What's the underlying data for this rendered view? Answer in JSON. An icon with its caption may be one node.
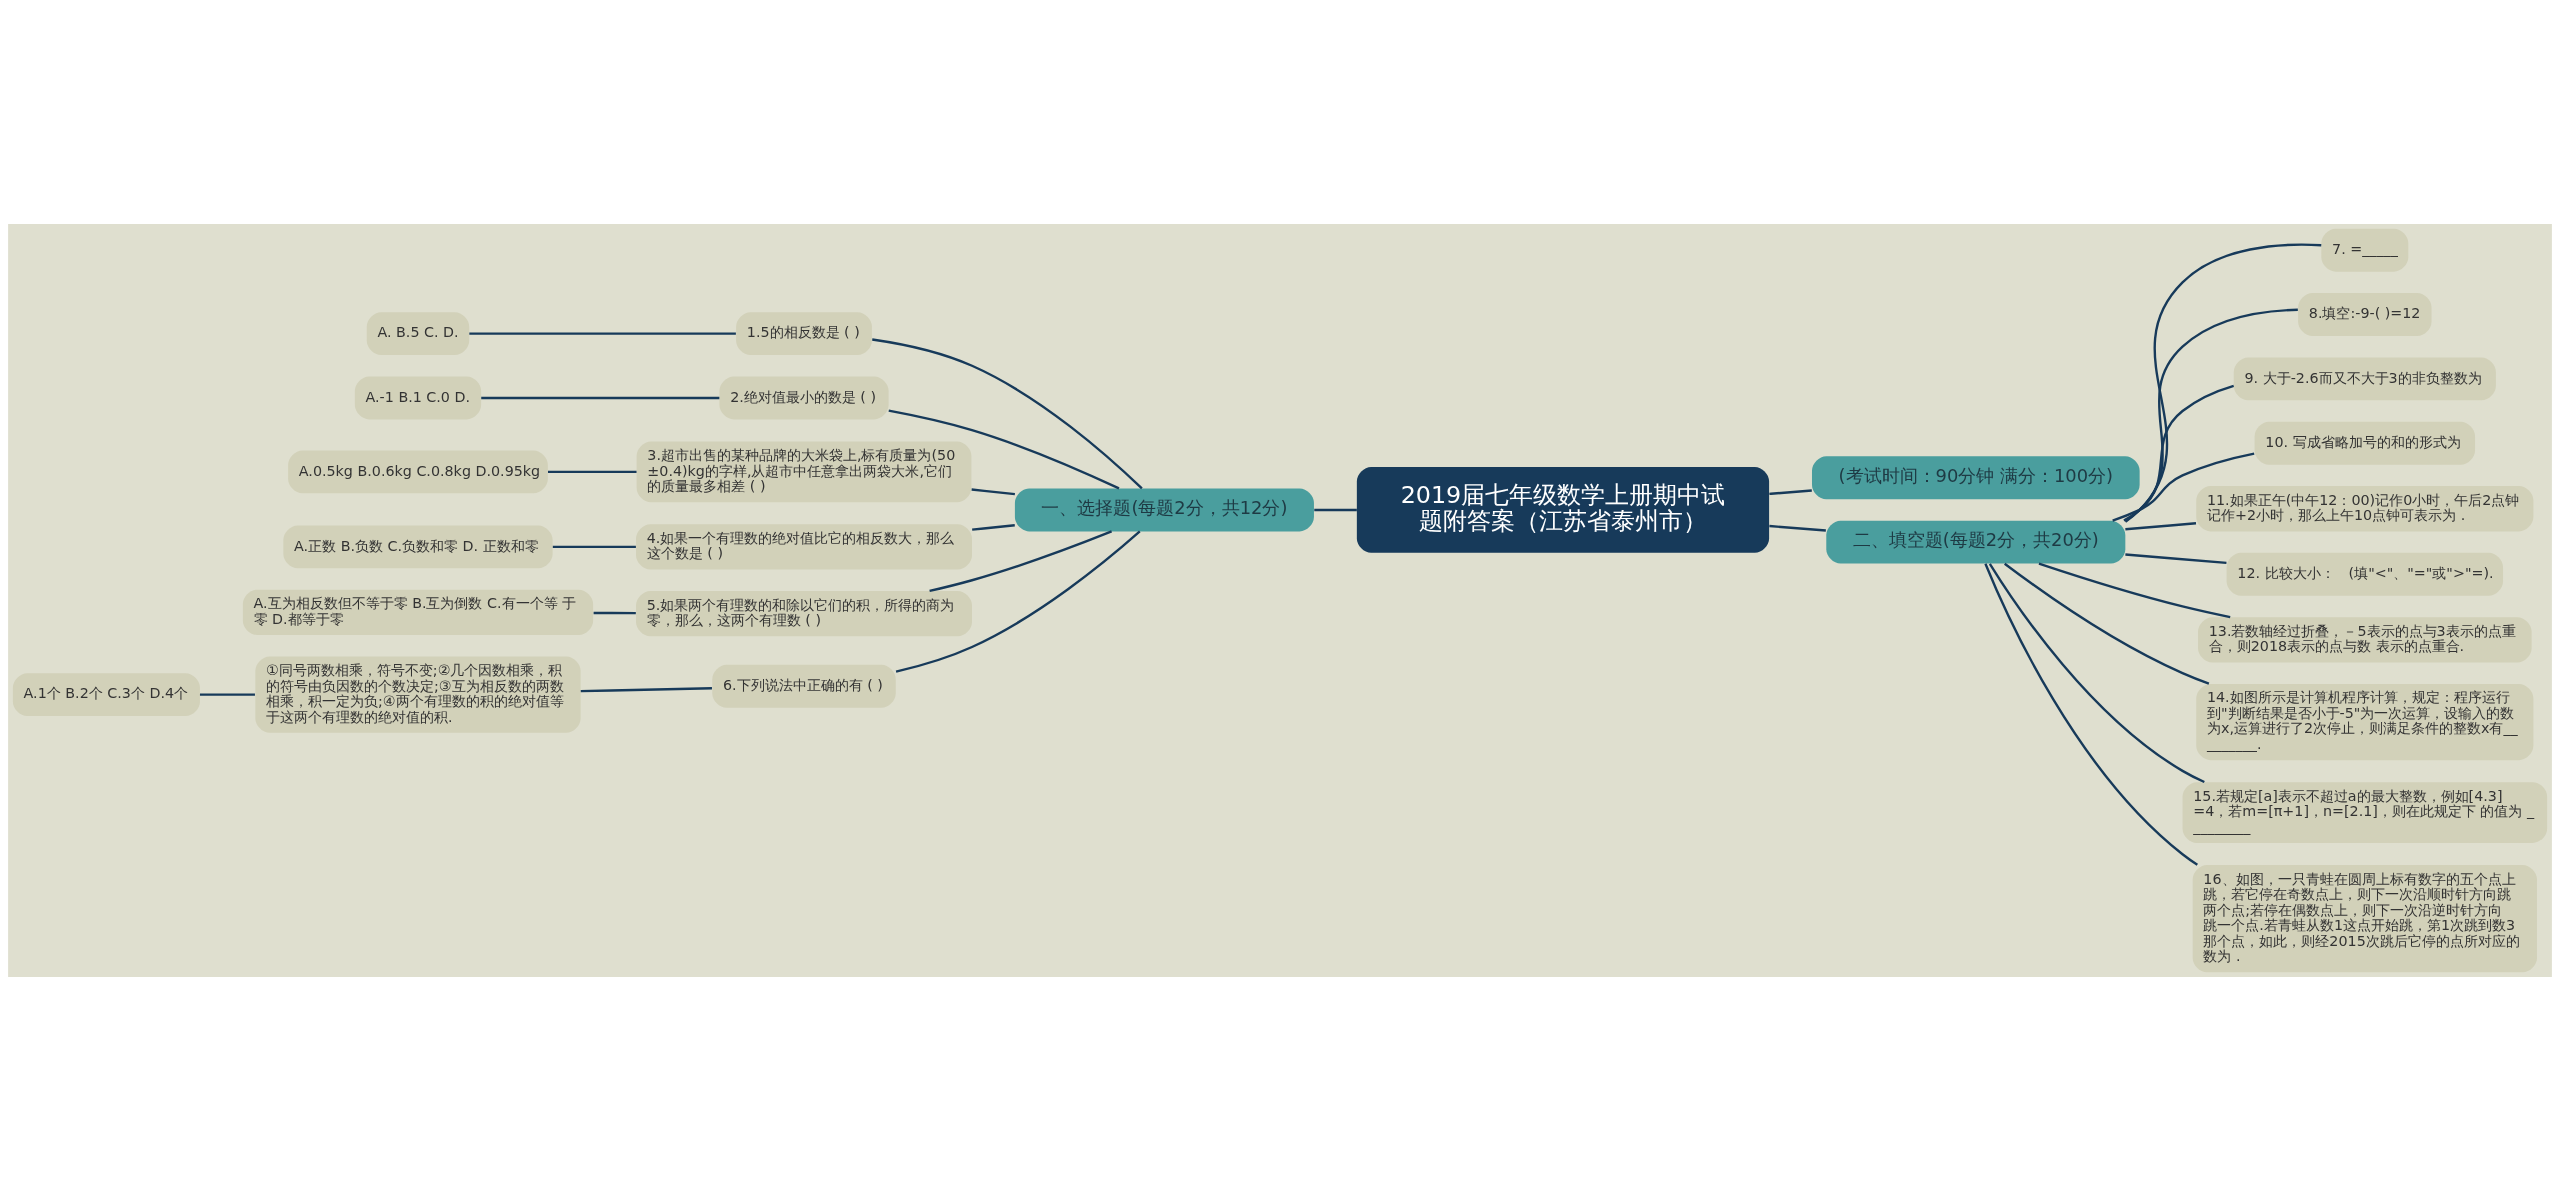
{
  "diagram": {
    "nodes": [
      {
        "text": [
          "2019届七年级数学上册期中试题附答案（江苏省泰州市）"
        ]
      },
      {
        "text": [
          "一、选择题(每题2分，共12分)"
        ]
      },
      {
        "text": [
          "1.5的相反数是 ( )"
        ]
      },
      {
        "text": [
          "A. B.5 C. D."
        ]
      },
      {
        "text": [
          "2.绝对值最小的数是 ( )"
        ]
      },
      {
        "text": [
          "A.-1 B.1 C.0 D."
        ]
      },
      {
        "text": [
          "3.超市出售的某种品牌的大米袋上,标有质量为(50±0.4)kg的字样,从超市中任意拿出两袋大米,它们的质量最多相差 ( )"
        ]
      },
      {
        "text": [
          "A.0.5kg B.0.6kg C.0.8kg D.0.95kg"
        ]
      },
      {
        "text": [
          "4.如果一个有理数的绝对值比它的相反数大，那么这个数是 ( )"
        ]
      },
      {
        "text": [
          "A.正数 B.负数 C.负数和零 D. 正数和零"
        ]
      },
      {
        "text": [
          "5.如果两个有理数的和除以它们的积，所得的商为零，那么，这两个有理数 ( )"
        ]
      },
      {
        "text": [
          "A.互为相反数但不等于零 B.互为倒数 C.有一个等 于零 D.都等于零"
        ]
      },
      {
        "text": [
          "6.下列说法中正确的有 ( )"
        ]
      },
      {
        "text": [
          "①同号两数相乘，符号不变;②几个因数相乘，积的符号由负因数的个数决定;③互为相反数的两数相乘，积一定为负;④两个有理数的积的绝对值等于这两个有理数的绝对值的积."
        ]
      },
      {
        "text": [
          "A.1个 B.2个 C.3个 D.4个"
        ]
      },
      {
        "text": [
          "(考试时间：90分钟 满分：100分)"
        ]
      },
      {
        "text": [
          "二、填空题(每题2分，共20分)"
        ]
      },
      {
        "text": [
          "7. =_____"
        ]
      },
      {
        "text": [
          "8.填空:-9-( )=12"
        ]
      },
      {
        "text": [
          "9. 大于-2.6而又不大于3的非负整数为"
        ]
      },
      {
        "text": [
          "10. 写成省略加号的和的形式为"
        ]
      },
      {
        "text": [
          "11.如果正午(中午12：00)记作0小时，午后2点钟记作+2小时，那么上午10点钟可表示为 ."
        ]
      },
      {
        "text": [
          "12. 比较大小：　(填\"<\"、\"=\"或\">\"=)."
        ]
      },
      {
        "text": [
          "13.若数轴经过折叠，－5表示的点与3表示的点重合，则2018表示的点与数 表示的点重合."
        ]
      },
      {
        "text": [
          "14.如图所示是计算机程序计算，规定：程序运行到\"判断结果是否小于-5\"为一次运算，设输入的数为x,运算进行了2次停止，则满足条件的整数x有_________."
        ]
      },
      {
        "text": [
          "15.若规定[a]表示不超过a的最大整数，例如[4.3]=4，若m=[π+1]，n=[2.1]，则在此规定下 的值为 _________"
        ]
      },
      {
        "text": [
          "16、如图，一只青蛙在圆周上标有数字的五个点上跳，若它停在奇数点上，则下一次沿顺时针方向跳两个点;若停在偶数点上，则下一次沿逆时针方向跳一个点.若青蛙从数1这点开始跳，第1次跳到数3那个点，如此，则经2015次跳后它停的点所对应的数为 ."
        ]
      }
    ],
    "edges": [
      {
        "from": 0,
        "to": 1,
        "arrow": "none"
      },
      {
        "from": 1,
        "to": 2,
        "arrow": "none"
      },
      {
        "from": 2,
        "to": 3,
        "arrow": "none"
      },
      {
        "from": 1,
        "to": 4,
        "arrow": "none"
      },
      {
        "from": 4,
        "to": 5,
        "arrow": "none"
      },
      {
        "from": 1,
        "to": 6,
        "arrow": "none"
      },
      {
        "from": 6,
        "to": 7,
        "arrow": "none"
      },
      {
        "from": 1,
        "to": 8,
        "arrow": "none"
      },
      {
        "from": 8,
        "to": 9,
        "arrow": "none"
      },
      {
        "from": 1,
        "to": 10,
        "arrow": "none"
      },
      {
        "from": 10,
        "to": 11,
        "arrow": "none"
      },
      {
        "from": 1,
        "to": 12,
        "arrow": "none"
      },
      {
        "from": 12,
        "to": 13,
        "arrow": "none"
      },
      {
        "from": 13,
        "to": 14,
        "arrow": "none"
      },
      {
        "from": 0,
        "to": 15,
        "arrow": "none"
      },
      {
        "from": 0,
        "to": 16,
        "arrow": "none"
      },
      {
        "from": 16,
        "to": 17,
        "arrow": "none"
      },
      {
        "from": 16,
        "to": 18,
        "arrow": "none"
      },
      {
        "from": 16,
        "to": 19,
        "arrow": "none"
      },
      {
        "from": 16,
        "to": 20,
        "arrow": "none"
      },
      {
        "from": 16,
        "to": 21,
        "arrow": "none"
      },
      {
        "from": 16,
        "to": 22,
        "arrow": "none"
      },
      {
        "from": 16,
        "to": 23,
        "arrow": "none"
      },
      {
        "from": 16,
        "to": 24,
        "arrow": "none"
      },
      {
        "from": 16,
        "to": 25,
        "arrow": "none"
      },
      {
        "from": 16,
        "to": 26,
        "arrow": "none"
      }
    ]
  }
}
